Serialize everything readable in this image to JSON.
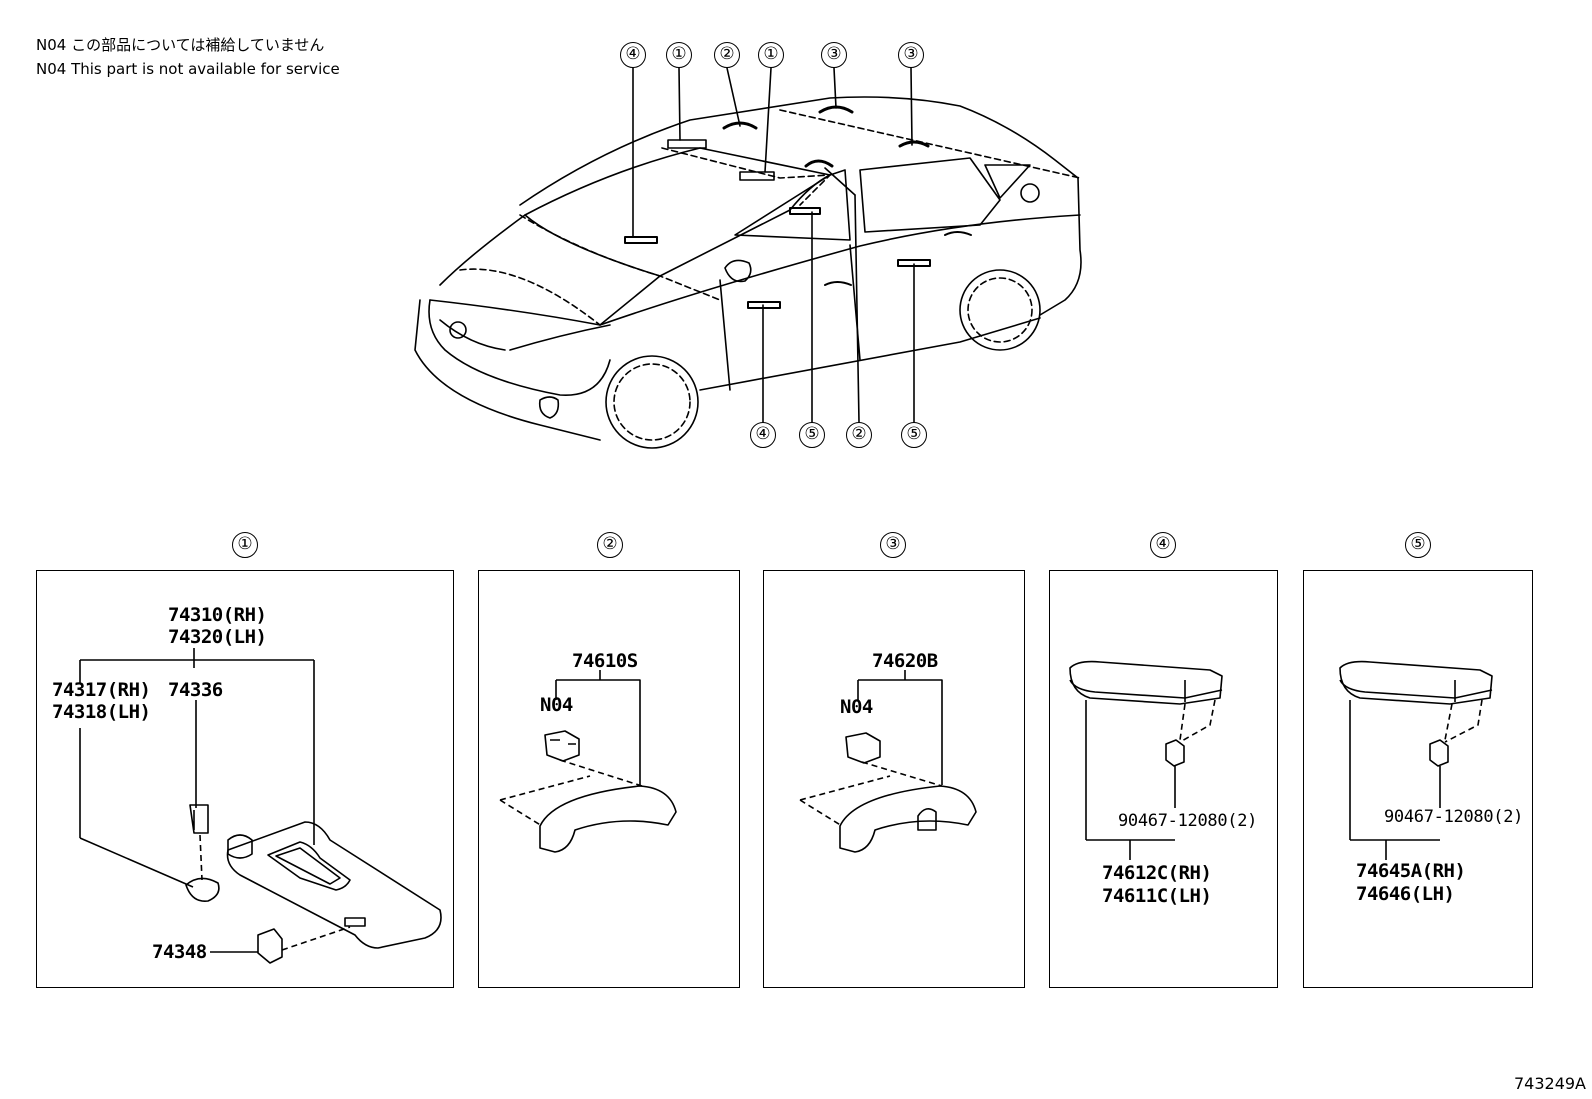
{
  "notes": {
    "jp": "N04 この部品については補給していません",
    "en": "N04 This part is not available for service"
  },
  "callouts": {
    "top": [
      "④",
      "①",
      "②",
      "①",
      "③",
      "③"
    ],
    "bottom": [
      "④",
      "⑤",
      "②",
      "⑤"
    ]
  },
  "sections": [
    {
      "key": "①",
      "parts": [
        "74310(RH)",
        "74320(LH)",
        "74317(RH)",
        "74318(LH)",
        "74336",
        "74348"
      ]
    },
    {
      "key": "②",
      "parts": [
        "74610S",
        "N04"
      ]
    },
    {
      "key": "③",
      "parts": [
        "74620B",
        "N04"
      ]
    },
    {
      "key": "④",
      "parts": [
        "90467-12080(2)",
        "74612C(RH)",
        "74611C(LH)"
      ]
    },
    {
      "key": "⑤",
      "parts": [
        "90467-12080(2)",
        "74645A(RH)",
        "74646(LH)"
      ]
    }
  ],
  "illustration_number": "743249A"
}
